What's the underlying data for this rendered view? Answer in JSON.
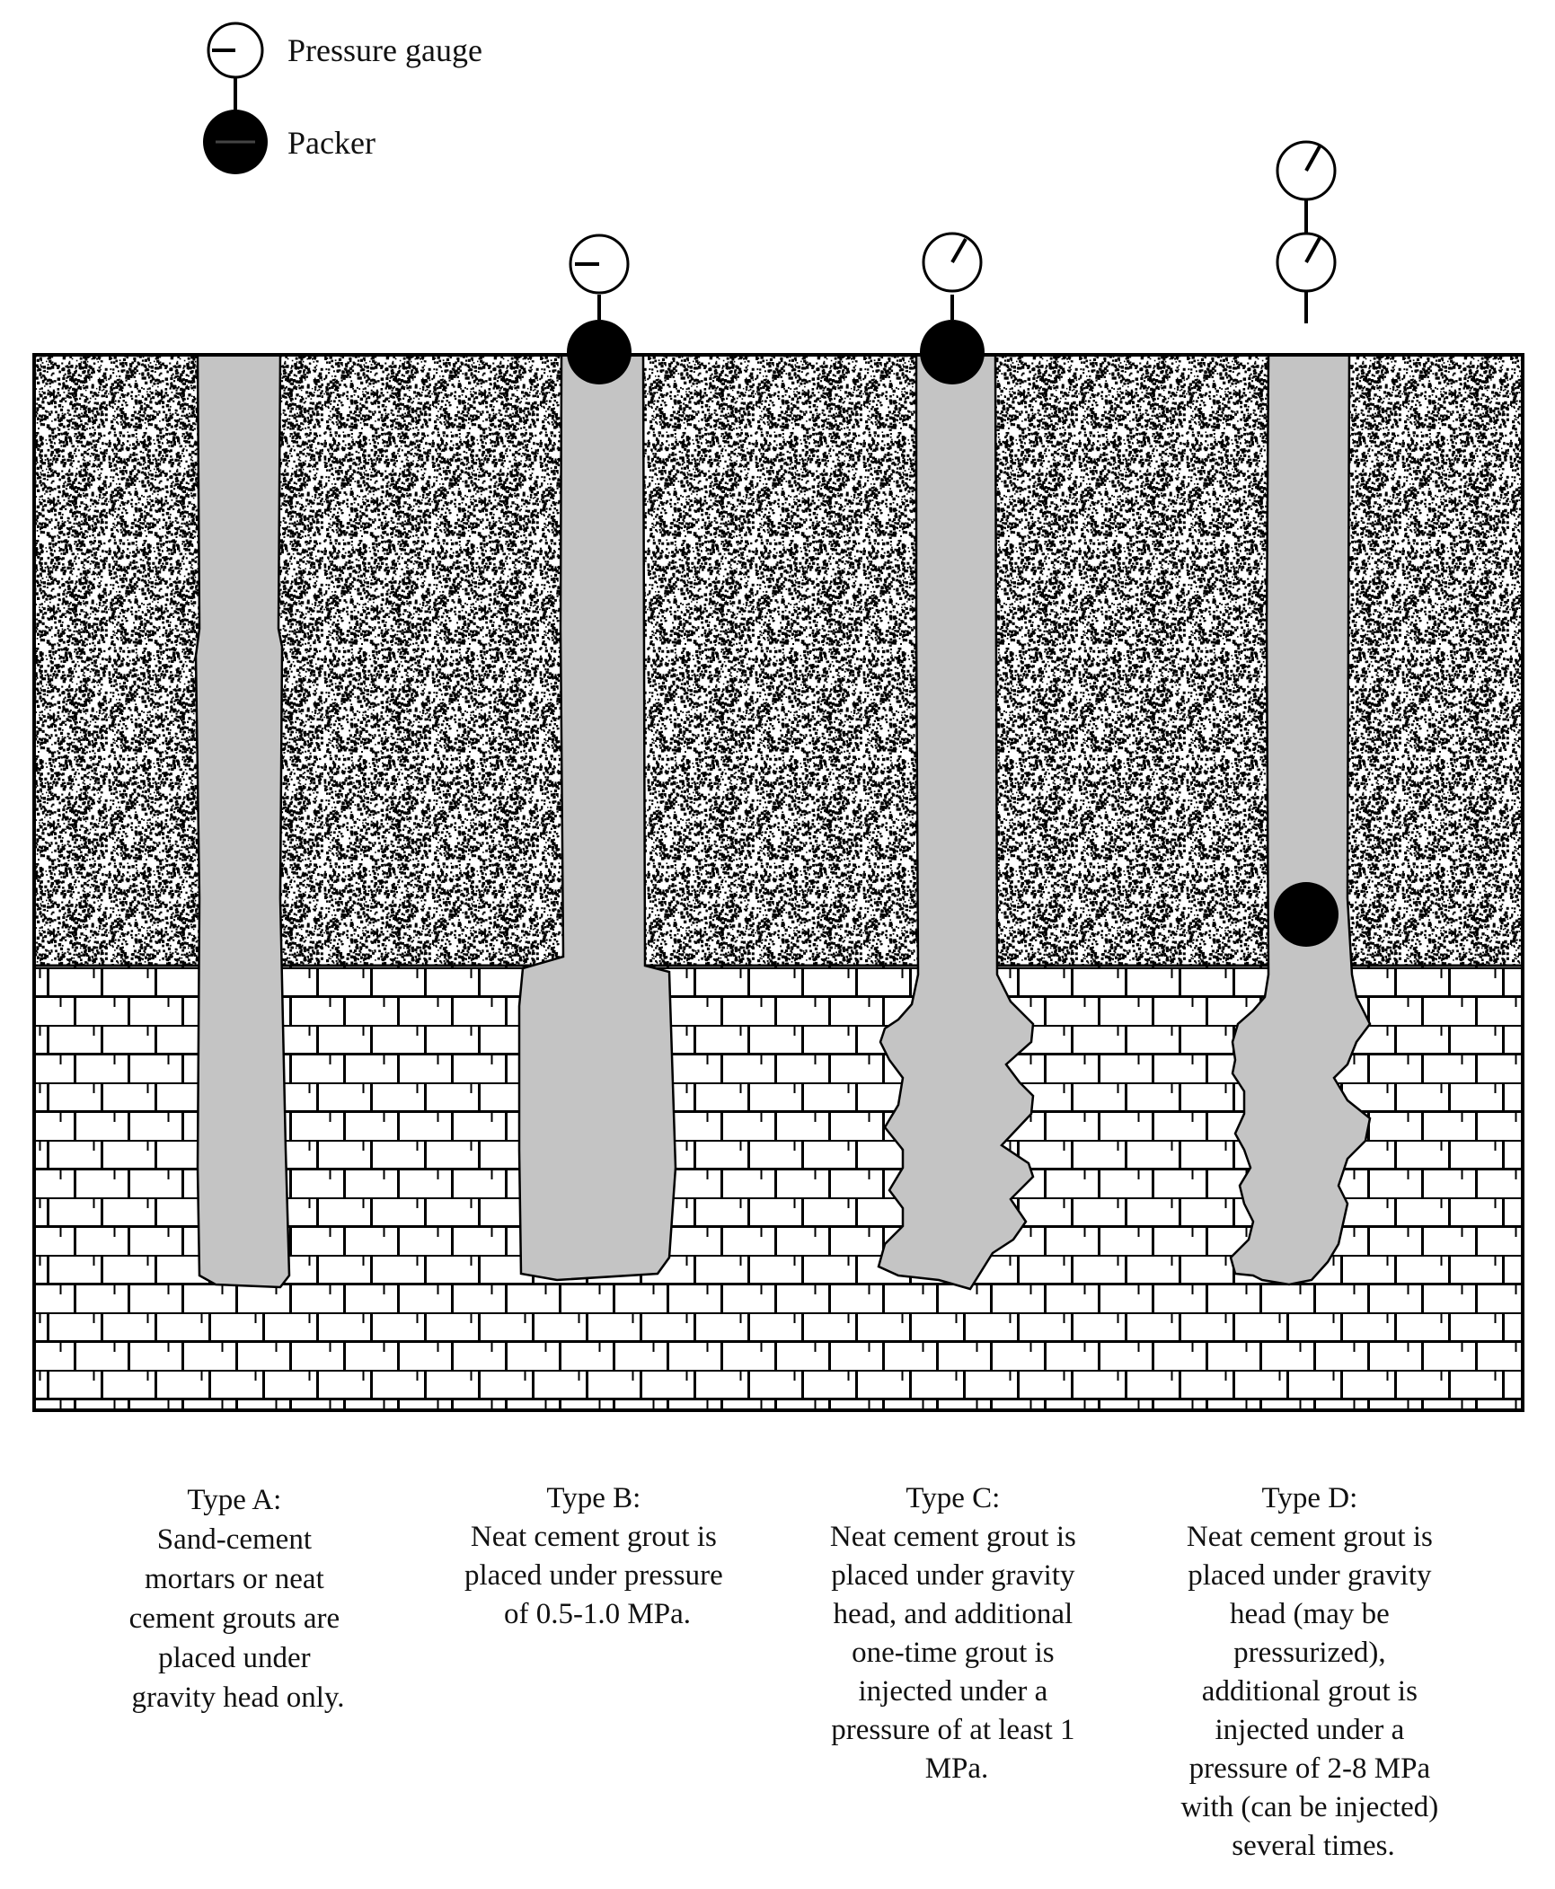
{
  "legend": {
    "pressure_gauge": "Pressure gauge",
    "packer": "Packer"
  },
  "columns": [
    {
      "id": "A",
      "type_label": "Type A:",
      "description_lines": [
        "Sand-cement",
        "mortars or neat",
        "cement grouts are",
        "placed under",
        "gravity head only."
      ]
    },
    {
      "id": "B",
      "type_label": "Type B:",
      "description_lines": [
        "Neat cement grout is",
        "placed under pressure",
        "of 0.5-1.0 MPa."
      ]
    },
    {
      "id": "C",
      "type_label": "Type C:",
      "description_lines": [
        "Neat cement grout is",
        "placed under gravity",
        "head, and additional",
        "one-time grout is",
        "injected under a",
        "pressure of at least 1",
        "MPa."
      ]
    },
    {
      "id": "D",
      "type_label": "Type D:",
      "description_lines": [
        "Neat cement grout is",
        "placed under gravity",
        "head (may be",
        "pressurized),",
        "additional grout is",
        "injected under a",
        "pressure of 2-8 MPa",
        "with (can be injected)",
        "several times."
      ]
    }
  ],
  "colors": {
    "grout": "#c4c4c4",
    "ink": "#000000",
    "background": "#ffffff"
  }
}
